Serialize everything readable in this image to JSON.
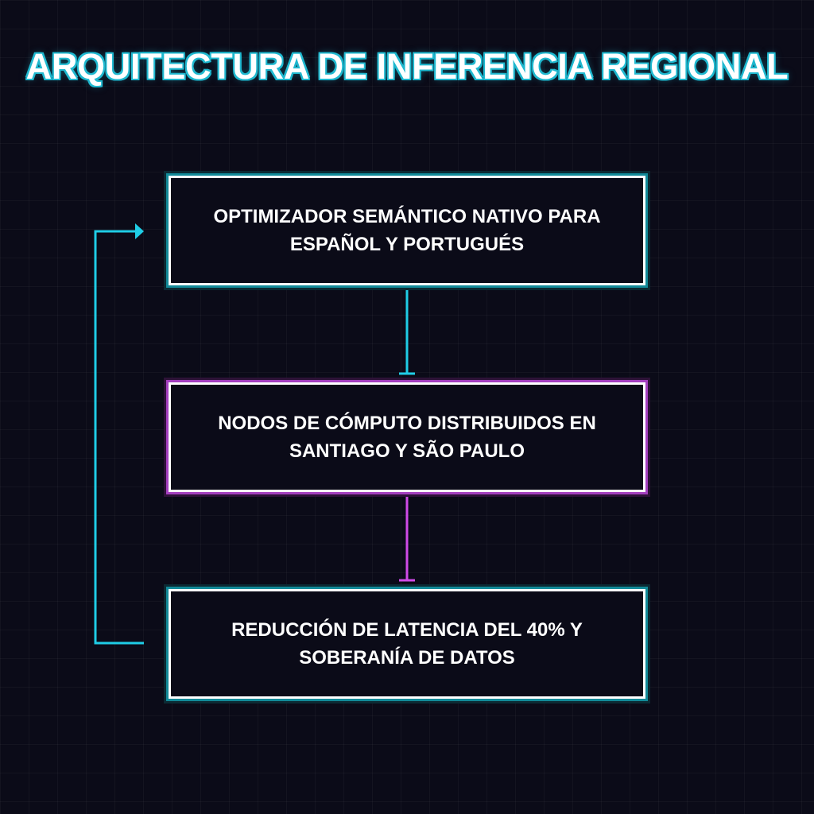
{
  "diagram": {
    "title": "ARQUITECTURA DE INFERENCIA REGIONAL",
    "nodes": [
      {
        "id": "optimizer",
        "label": "OPTIMIZADOR SEMÁNTICO NATIVO PARA ESPAÑOL Y PORTUGUÉS",
        "border_color": "#1fb8cf"
      },
      {
        "id": "compute",
        "label": "NODOS DE CÓMPUTO DISTRIBUIDOS EN SANTIAGO Y SÃO PAULO",
        "border_color": "#c94be6"
      },
      {
        "id": "result",
        "label": "REDUCCIÓN DE LATENCIA DEL 40% Y SOBERANÍA DE DATOS",
        "border_color": "#1fb8cf"
      }
    ],
    "edges": [
      {
        "from": "optimizer",
        "to": "compute",
        "color": "#1fcde6"
      },
      {
        "from": "compute",
        "to": "result",
        "color": "#d04be8"
      },
      {
        "from": "result",
        "to": "optimizer",
        "color": "#1fcde6"
      }
    ]
  }
}
